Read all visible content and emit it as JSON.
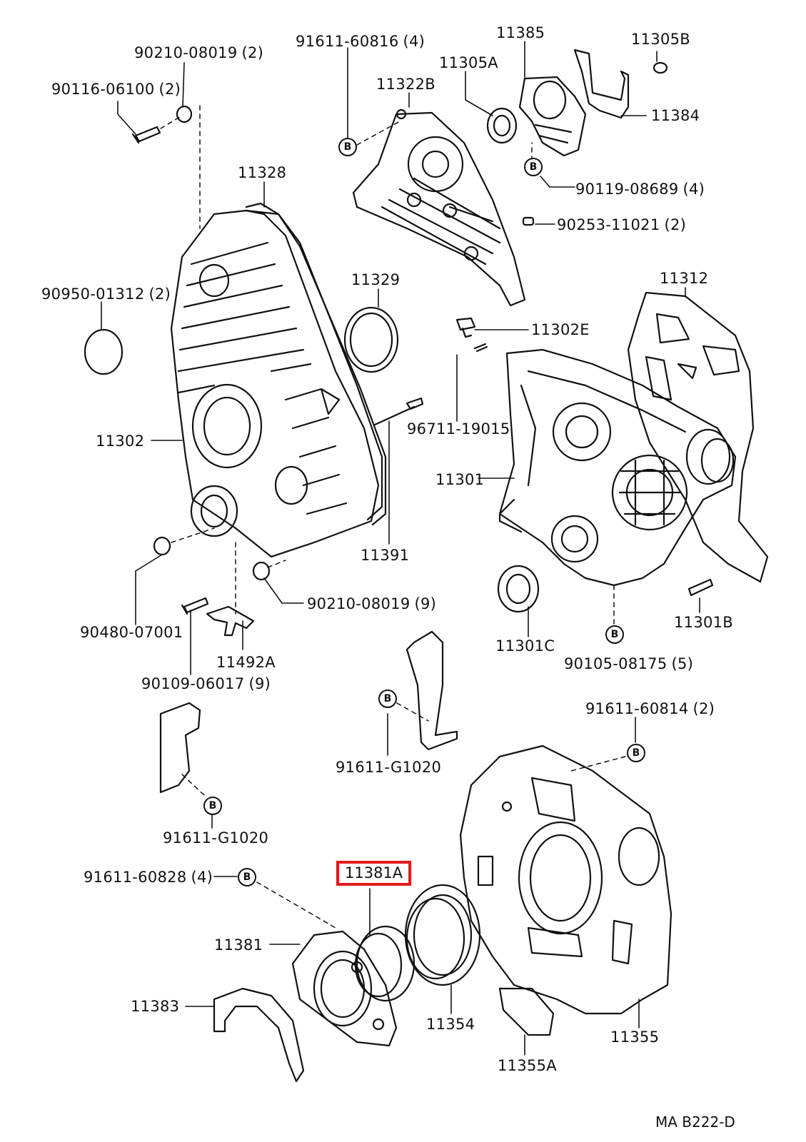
{
  "labels": {
    "p90210_08019_a": {
      "code": "90210-08019",
      "qty": "(2)"
    },
    "p90116_06100": {
      "code": "90116-06100",
      "qty": "(2)"
    },
    "p91611_60816": {
      "code": "91611-60816",
      "qty": "(4)"
    },
    "p11385": {
      "code": "11385"
    },
    "p11305b": {
      "code": "11305B"
    },
    "p11305a": {
      "code": "11305A"
    },
    "p11322b": {
      "code": "11322B"
    },
    "p11384": {
      "code": "11384"
    },
    "p11328": {
      "code": "11328"
    },
    "p90119_08689": {
      "code": "90119-08689",
      "qty": "(4)"
    },
    "p90253_11021": {
      "code": "90253-11021",
      "qty": "(2)"
    },
    "p11329": {
      "code": "11329"
    },
    "p11312": {
      "code": "11312"
    },
    "p90950_01312": {
      "code": "90950-01312",
      "qty": "(2)"
    },
    "p11302e": {
      "code": "11302E"
    },
    "p96711_19015": {
      "code": "96711-19015"
    },
    "p11302": {
      "code": "11302"
    },
    "p11301": {
      "code": "11301"
    },
    "p11391": {
      "code": "11391"
    },
    "p90210_08019_b": {
      "code": "90210-08019",
      "qty": "(9)"
    },
    "p90480_07001": {
      "code": "90480-07001"
    },
    "p11492a": {
      "code": "11492A"
    },
    "p11301c": {
      "code": "11301C"
    },
    "p11301b": {
      "code": "11301B"
    },
    "p90105_08175": {
      "code": "90105-08175",
      "qty": "(5)"
    },
    "p90109_06017": {
      "code": "90109-06017",
      "qty": "(9)"
    },
    "p91611_60814": {
      "code": "91611-60814",
      "qty": "(2)"
    },
    "p91611_g1020_a": {
      "code": "91611-G1020"
    },
    "p91611_g1020_b": {
      "code": "91611-G1020"
    },
    "p91611_60828": {
      "code": "91611-60828",
      "qty": "(4)"
    },
    "p11381a": {
      "code": "11381A"
    },
    "p11381": {
      "code": "11381"
    },
    "p11383": {
      "code": "11383"
    },
    "p11354": {
      "code": "11354"
    },
    "p11355": {
      "code": "11355"
    },
    "p11355a": {
      "code": "11355A"
    }
  },
  "callout_letter": "B",
  "diagram_code": "MA  B222-D",
  "highlight_color": "#e11b1b"
}
